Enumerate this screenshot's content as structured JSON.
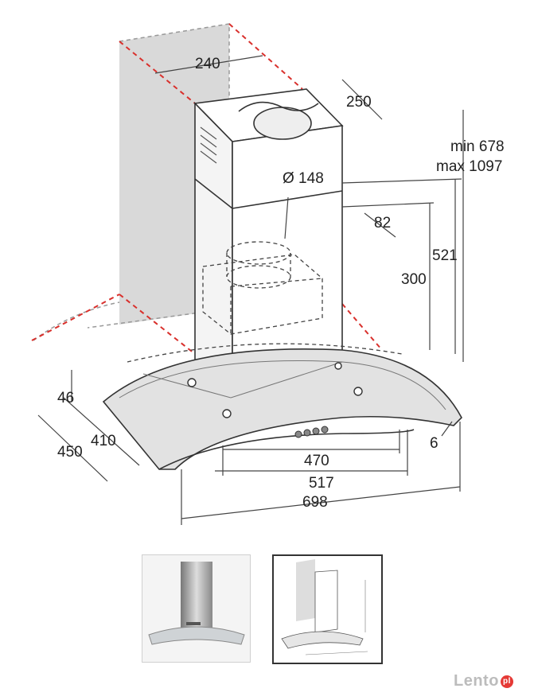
{
  "dimensions": {
    "d240": "240",
    "d250": "250",
    "min_height": "min 678",
    "max_height": "max 1097",
    "diameter": "Ø 148",
    "d82": "82",
    "d521": "521",
    "d300": "300",
    "d46": "46",
    "d410": "410",
    "d450": "450",
    "d6": "6",
    "d470": "470",
    "d517": "517",
    "d698": "698"
  },
  "watermark": "Lento",
  "colors": {
    "red_guide": "#d9302c",
    "wall": "#d6d6d6",
    "line": "#333333"
  },
  "thumbnails": [
    "product-photo",
    "dimension-drawing"
  ]
}
